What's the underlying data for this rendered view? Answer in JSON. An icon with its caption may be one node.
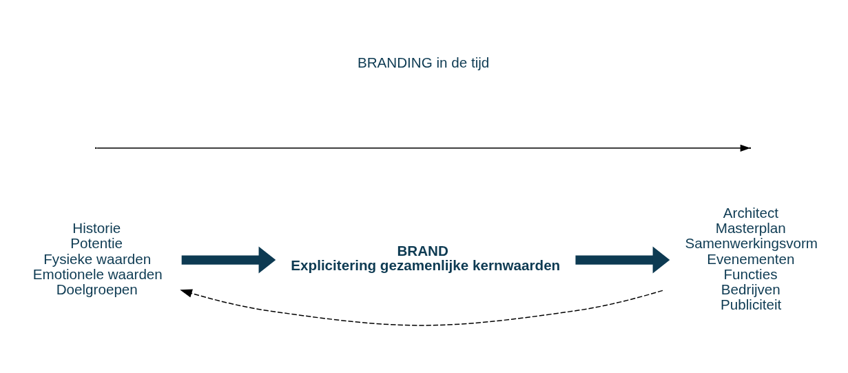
{
  "diagram": {
    "nodes": [
      {
        "text": [
          "Historie",
          "Potentie",
          "Fysieke waarden",
          "Emotionele waarden",
          "Doelgroepen"
        ]
      },
      {
        "text": [
          "BRAND",
          "Explicitering gezamenlijke kernwaarden"
        ]
      },
      {
        "text": [
          "Architect",
          "Masterplan",
          "Samenwerkingsvorm",
          "Evenementen",
          "Functies",
          "Bedrijven",
          "Publiciteit"
        ]
      }
    ],
    "edges": [
      {
        "from": 0,
        "to": 1,
        "arrow": "to"
      },
      {
        "from": 1,
        "to": 2,
        "arrow": "to"
      },
      {
        "from": 2,
        "to": 0,
        "arrow": "to",
        "style": "dashed",
        "color": "#000000"
      }
    ],
    "labels": [
      "BRANDING in de tijd"
    ]
  }
}
